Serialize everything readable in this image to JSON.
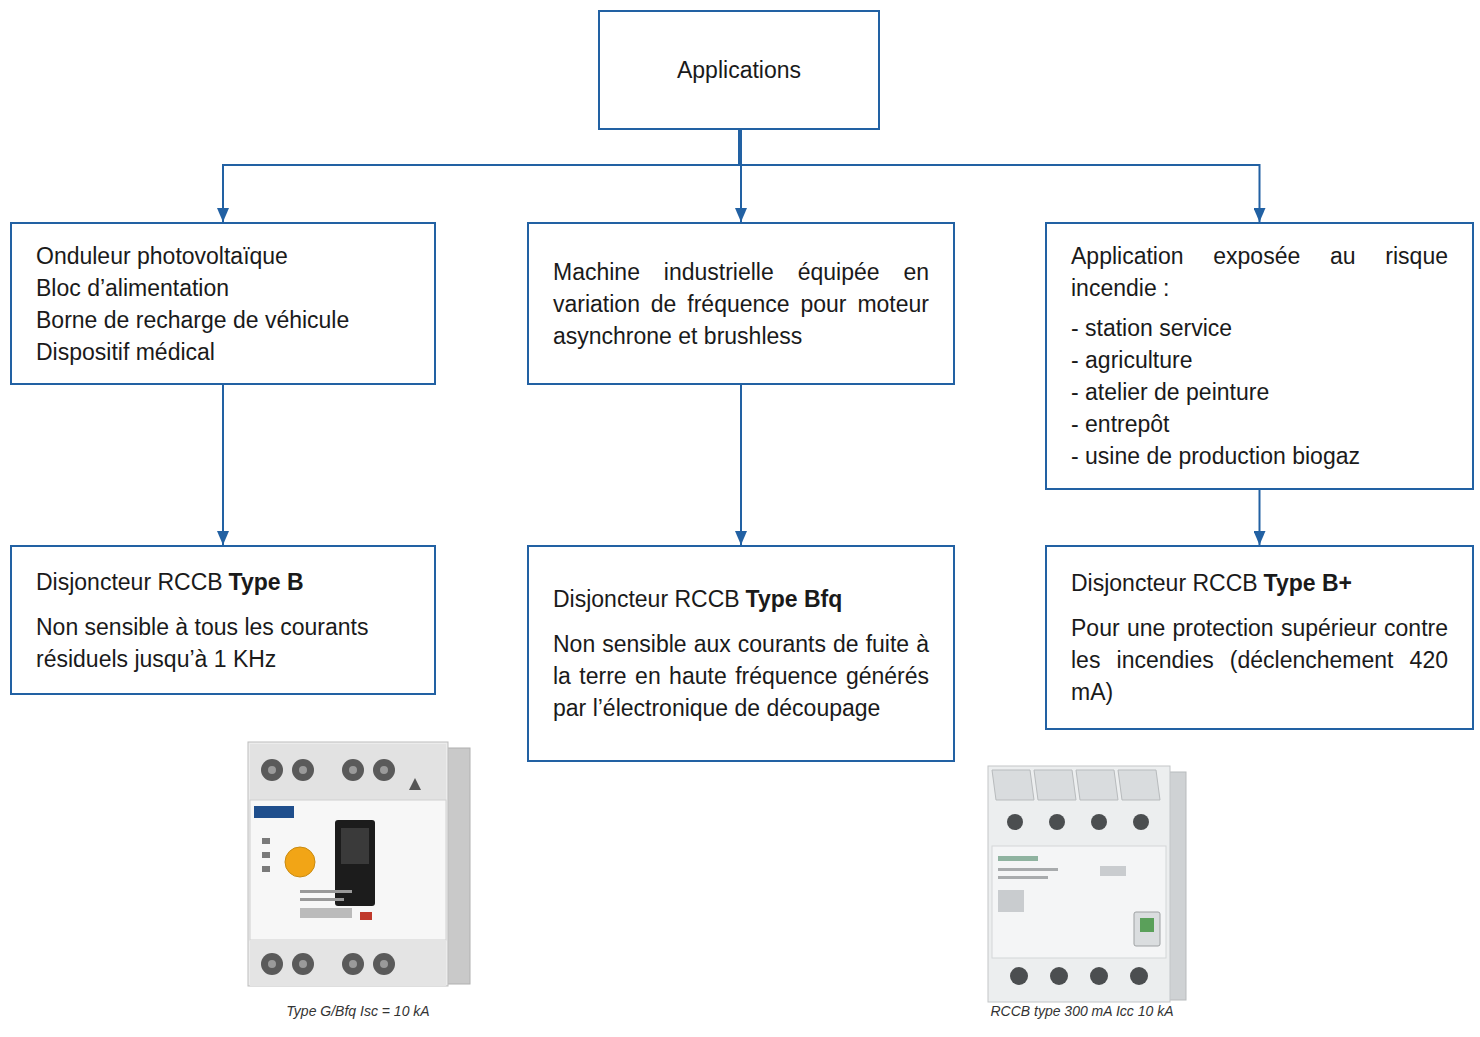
{
  "diagram": {
    "nodes": [
      {
        "text": [
          "Applications"
        ]
      },
      {
        "text": [
          "Onduleur photovoltaïque",
          "Bloc d’alimentation",
          "Borne de recharge de véhicule",
          "Dispositif médical"
        ]
      },
      {
        "text": [
          "Machine industrielle équipée en variation de fréquence pour moteur asynchrone et brushless"
        ]
      },
      {
        "text": [
          "Application exposée au risque incendie :",
          "- station service",
          "- agriculture",
          "- atelier de peinture",
          "- entrepôt",
          "- usine de production biogaz"
        ]
      },
      {
        "text": [
          "Disjoncteur RCCB",
          "Type B",
          "Non sensible à tous les courants résiduels jusqu’à 1 KHz"
        ]
      },
      {
        "text": [
          "Disjoncteur RCCB",
          "Type Bfq",
          "Non sensible aux courants de fuite à la terre en haute fréquence générés par l’électronique de découpage"
        ]
      },
      {
        "text": [
          "Disjoncteur RCCB",
          "Type B+",
          "Pour une protection supérieur contre les incendies (déclenchement 420 mA)"
        ]
      }
    ],
    "edges": [
      {
        "from": 0,
        "to": 1,
        "arrow": "to"
      },
      {
        "from": 0,
        "to": 2,
        "arrow": "to"
      },
      {
        "from": 0,
        "to": 3,
        "arrow": "to"
      },
      {
        "from": 1,
        "to": 4,
        "arrow": "to"
      },
      {
        "from": 2,
        "to": 5,
        "arrow": "to"
      },
      {
        "from": 3,
        "to": 6,
        "arrow": "to"
      }
    ],
    "labels": [
      "Type G/Bfq Isc = 10 kA",
      "RCCB type 300 mA Icc 10 kA"
    ]
  }
}
